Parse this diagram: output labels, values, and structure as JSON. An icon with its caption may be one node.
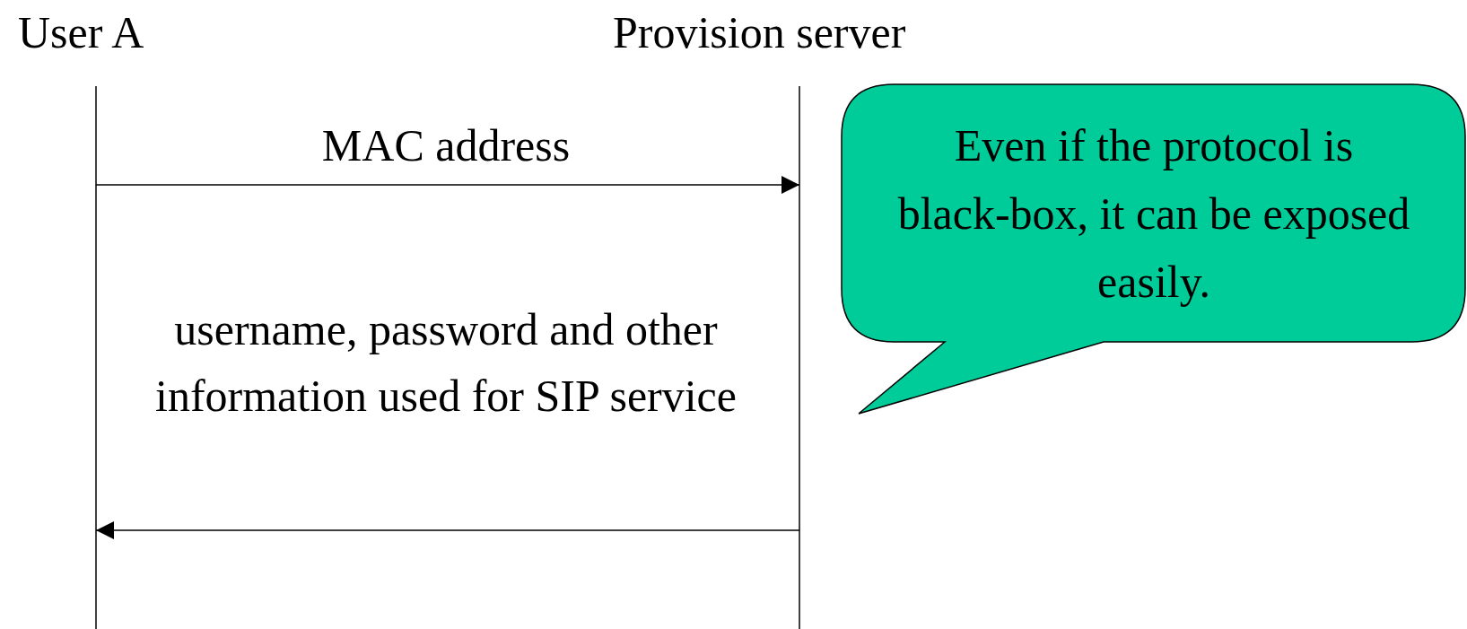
{
  "diagram": {
    "nodes": [
      {
        "text": [
          "User A"
        ]
      },
      {
        "text": [
          "Provision server"
        ]
      },
      {
        "text": [
          "Even if the protocol is black-box, it can be exposed easily."
        ]
      }
    ],
    "edges": [
      {
        "from": 0,
        "to": 1,
        "arrow": "to",
        "label": "MAC address"
      },
      {
        "from": 1,
        "to": 0,
        "arrow": "to",
        "label": "username, password and other information used for SIP service"
      }
    ]
  }
}
